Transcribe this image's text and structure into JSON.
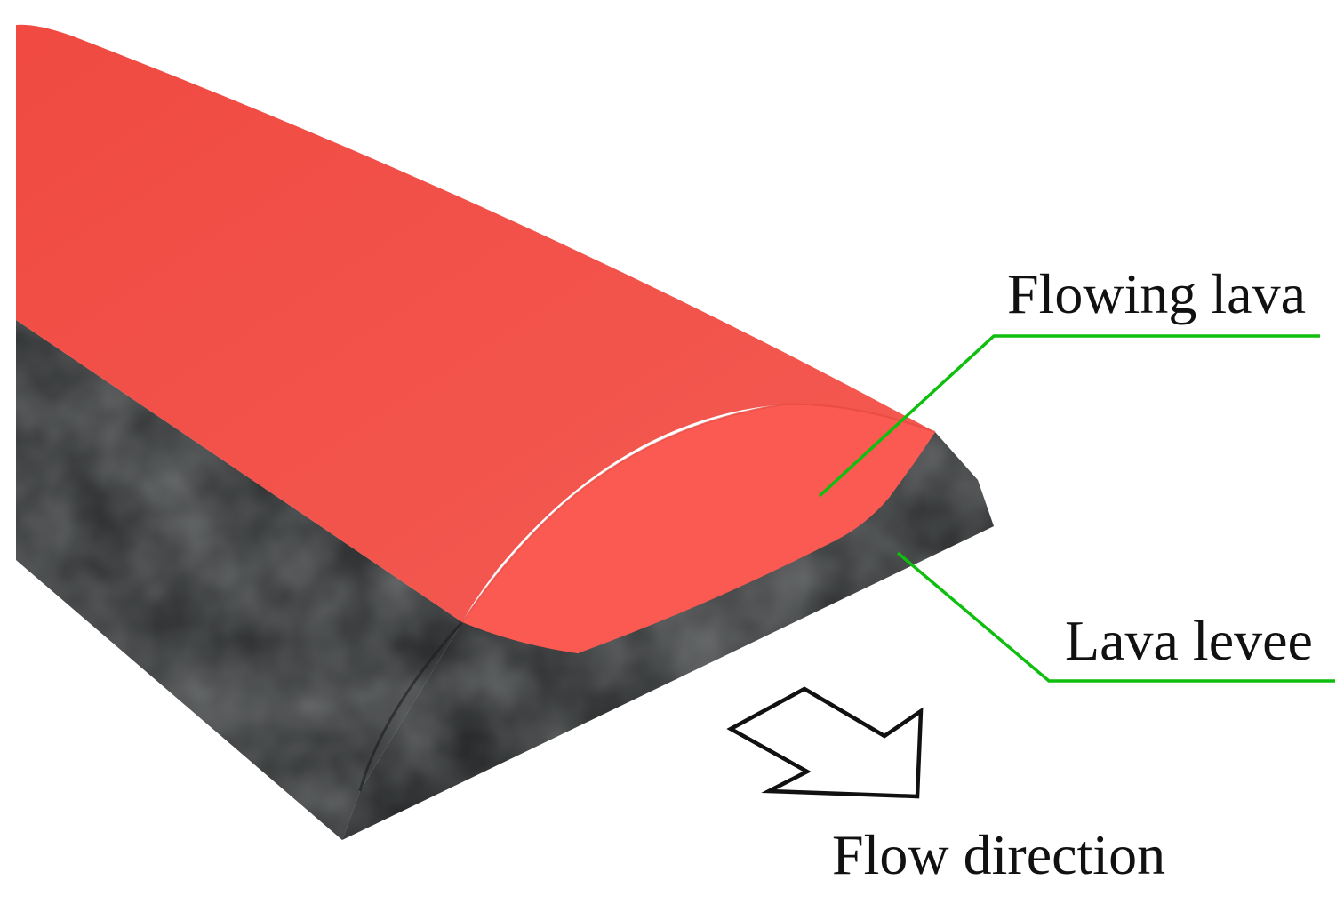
{
  "labels": {
    "flowing_lava": "Flowing lava",
    "lava_levee": "Lava levee",
    "flow_direction": "Flow direction"
  },
  "colors": {
    "lava": "#f5514a",
    "lava_front": "#fb5a52",
    "levee": "#2f3132",
    "leader_line": "#0fbe0f",
    "arrow_stroke": "#111111",
    "arrow_fill": "#ffffff"
  },
  "icons": {
    "flow_arrow": "hollow-arrow-icon"
  }
}
